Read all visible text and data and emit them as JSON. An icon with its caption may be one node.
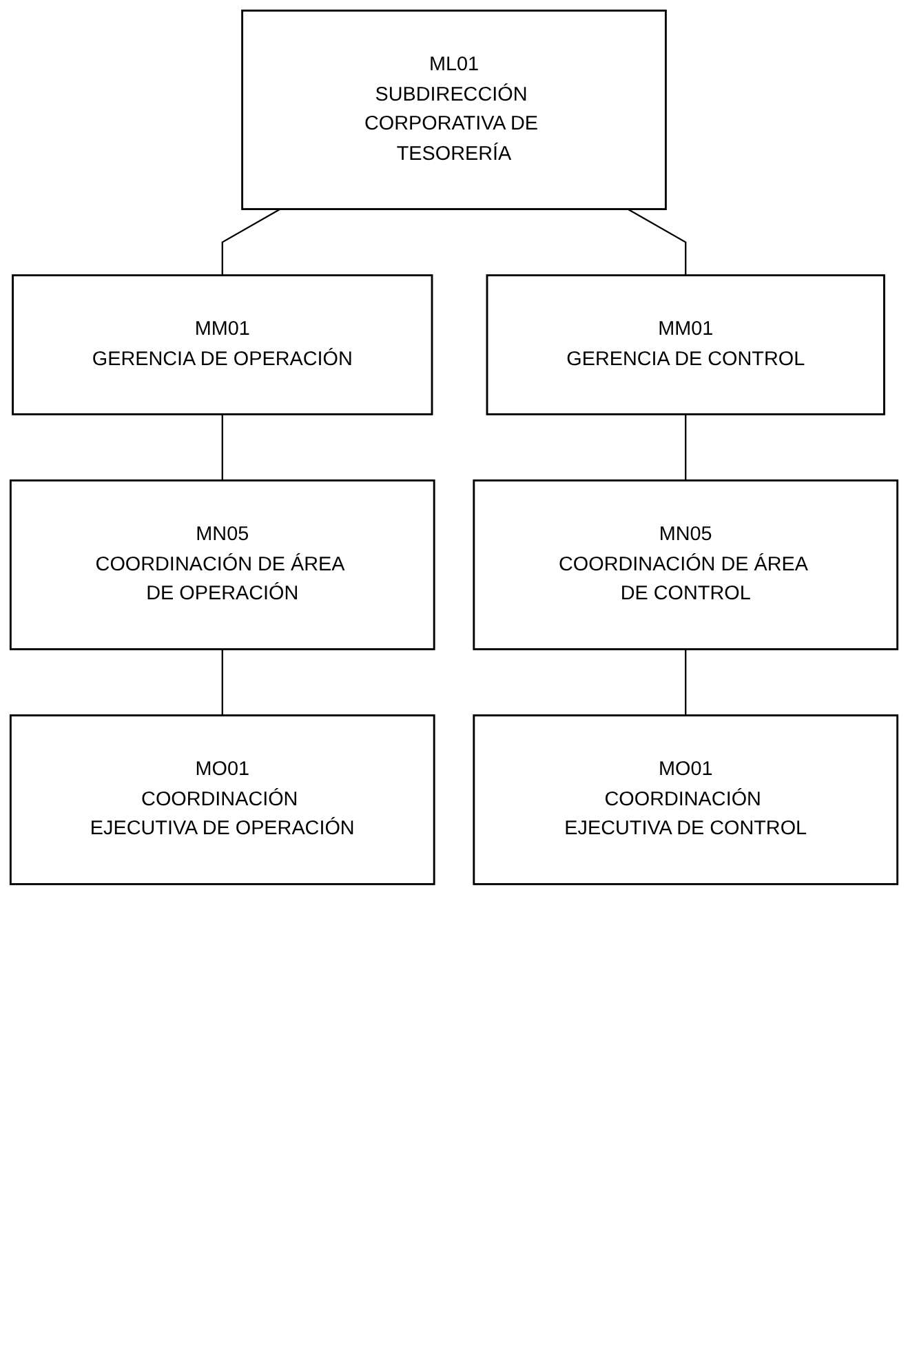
{
  "diagram": {
    "nodes": [
      {
        "text": [
          "ML01",
          "SUBDIRECCIÓN CORPORATIVA DE TESORERÍA"
        ]
      },
      {
        "text": [
          "MM01",
          "GERENCIA DE OPERACIÓN"
        ]
      },
      {
        "text": [
          "MM01",
          "GERENCIA DE CONTROL"
        ]
      },
      {
        "text": [
          "MN05",
          "COORDINACIÓN DE ÁREA DE OPERACIÓN"
        ]
      },
      {
        "text": [
          "MN05",
          "COORDINACIÓN DE ÁREA DE CONTROL"
        ]
      },
      {
        "text": [
          "MO01",
          "COORDINACIÓN EJECUTIVA DE OPERACIÓN"
        ]
      },
      {
        "text": [
          "MO01",
          "COORDINACIÓN EJECUTIVA DE CONTROL"
        ]
      }
    ],
    "edges": [
      {
        "from": 0,
        "to": 1,
        "arrow": "none"
      },
      {
        "from": 0,
        "to": 2,
        "arrow": "none"
      },
      {
        "from": 1,
        "to": 3,
        "arrow": "none"
      },
      {
        "from": 2,
        "to": 4,
        "arrow": "none"
      },
      {
        "from": 3,
        "to": 5,
        "arrow": "none"
      },
      {
        "from": 4,
        "to": 6,
        "arrow": "none"
      }
    ]
  }
}
